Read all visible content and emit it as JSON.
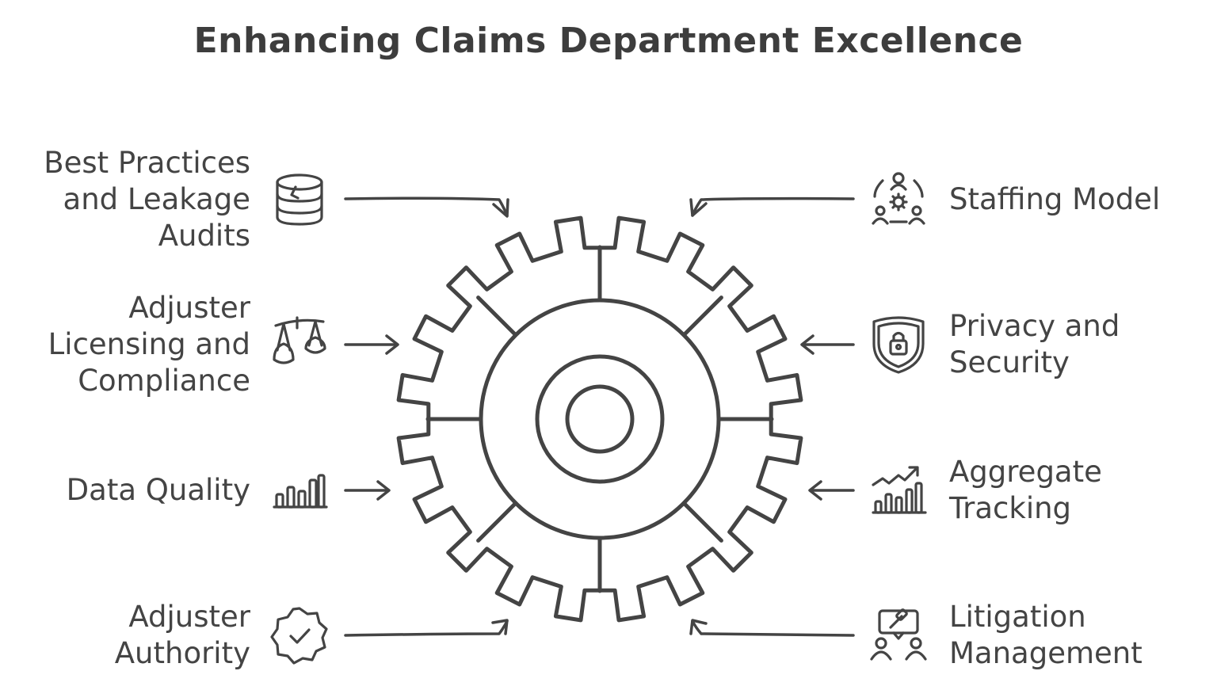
{
  "title": "Enhancing Claims Department Excellence",
  "items": {
    "best_practices": {
      "lines": [
        "Best Practices",
        "and Leakage",
        "Audits"
      ],
      "icon": "database-icon"
    },
    "adjuster_licensing": {
      "lines": [
        "Adjuster",
        "Licensing and",
        "Compliance"
      ],
      "icon": "scales-icon"
    },
    "data_quality": {
      "lines": [
        "Data Quality"
      ],
      "icon": "bar-chart-icon"
    },
    "adjuster_authority": {
      "lines": [
        "Adjuster",
        "Authority"
      ],
      "icon": "verified-badge-icon"
    },
    "staffing_model": {
      "lines": [
        "Staffing Model"
      ],
      "icon": "team-cycle-icon"
    },
    "privacy_security": {
      "lines": [
        "Privacy and",
        "Security"
      ],
      "icon": "shield-lock-icon"
    },
    "aggregate_tracking": {
      "lines": [
        "Aggregate",
        "Tracking"
      ],
      "icon": "trend-chart-icon"
    },
    "litigation_management": {
      "lines": [
        "Litigation",
        "Management"
      ],
      "icon": "gavel-people-icon"
    }
  },
  "colors": {
    "ink": "#444444",
    "background": "#ffffff"
  }
}
